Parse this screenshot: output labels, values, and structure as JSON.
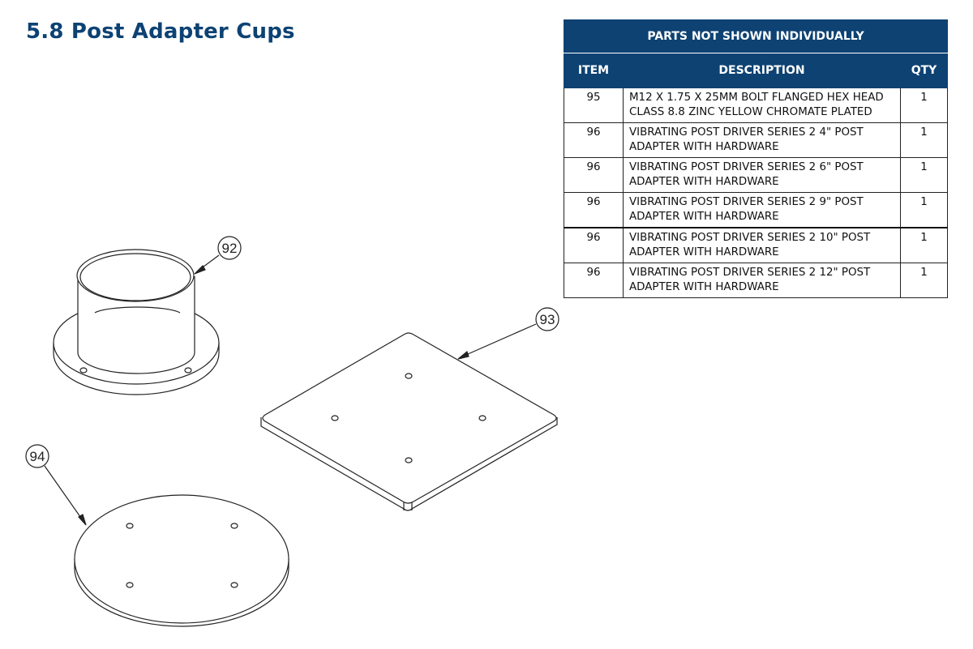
{
  "page": {
    "title": "5.8 Post Adapter Cups"
  },
  "table": {
    "caption": "PARTS NOT SHOWN INDIVIDUALLY",
    "headers": {
      "item": "ITEM",
      "description": "DESCRIPTION",
      "qty": "QTY"
    },
    "rows": [
      {
        "item": "95",
        "description": "M12 X 1.75 X 25MM BOLT FLANGED HEX HEAD CLASS 8.8 ZINC YELLOW CHROMATE PLATED",
        "qty": "1"
      },
      {
        "item": "96",
        "description": "VIBRATING POST DRIVER SERIES 2 4\" POST ADAPTER WITH HARDWARE",
        "qty": "1"
      },
      {
        "item": "96",
        "description": "VIBRATING POST DRIVER SERIES 2 6\" POST ADAPTER WITH HARDWARE",
        "qty": "1"
      },
      {
        "item": "96",
        "description": "VIBRATING POST DRIVER SERIES 2 9\" POST ADAPTER WITH HARDWARE",
        "qty": "1"
      },
      {
        "item": "96",
        "description": "VIBRATING POST DRIVER SERIES 2 10\" POST ADAPTER WITH HARDWARE",
        "qty": "1"
      },
      {
        "item": "96",
        "description": "VIBRATING POST DRIVER SERIES 2 12\" POST ADAPTER WITH HARDWARE",
        "qty": "1"
      }
    ]
  },
  "callouts": {
    "cup": "92",
    "square_plate": "93",
    "round_plate": "94"
  },
  "colors": {
    "brand_blue": "#0d4273",
    "line": "#222222"
  }
}
